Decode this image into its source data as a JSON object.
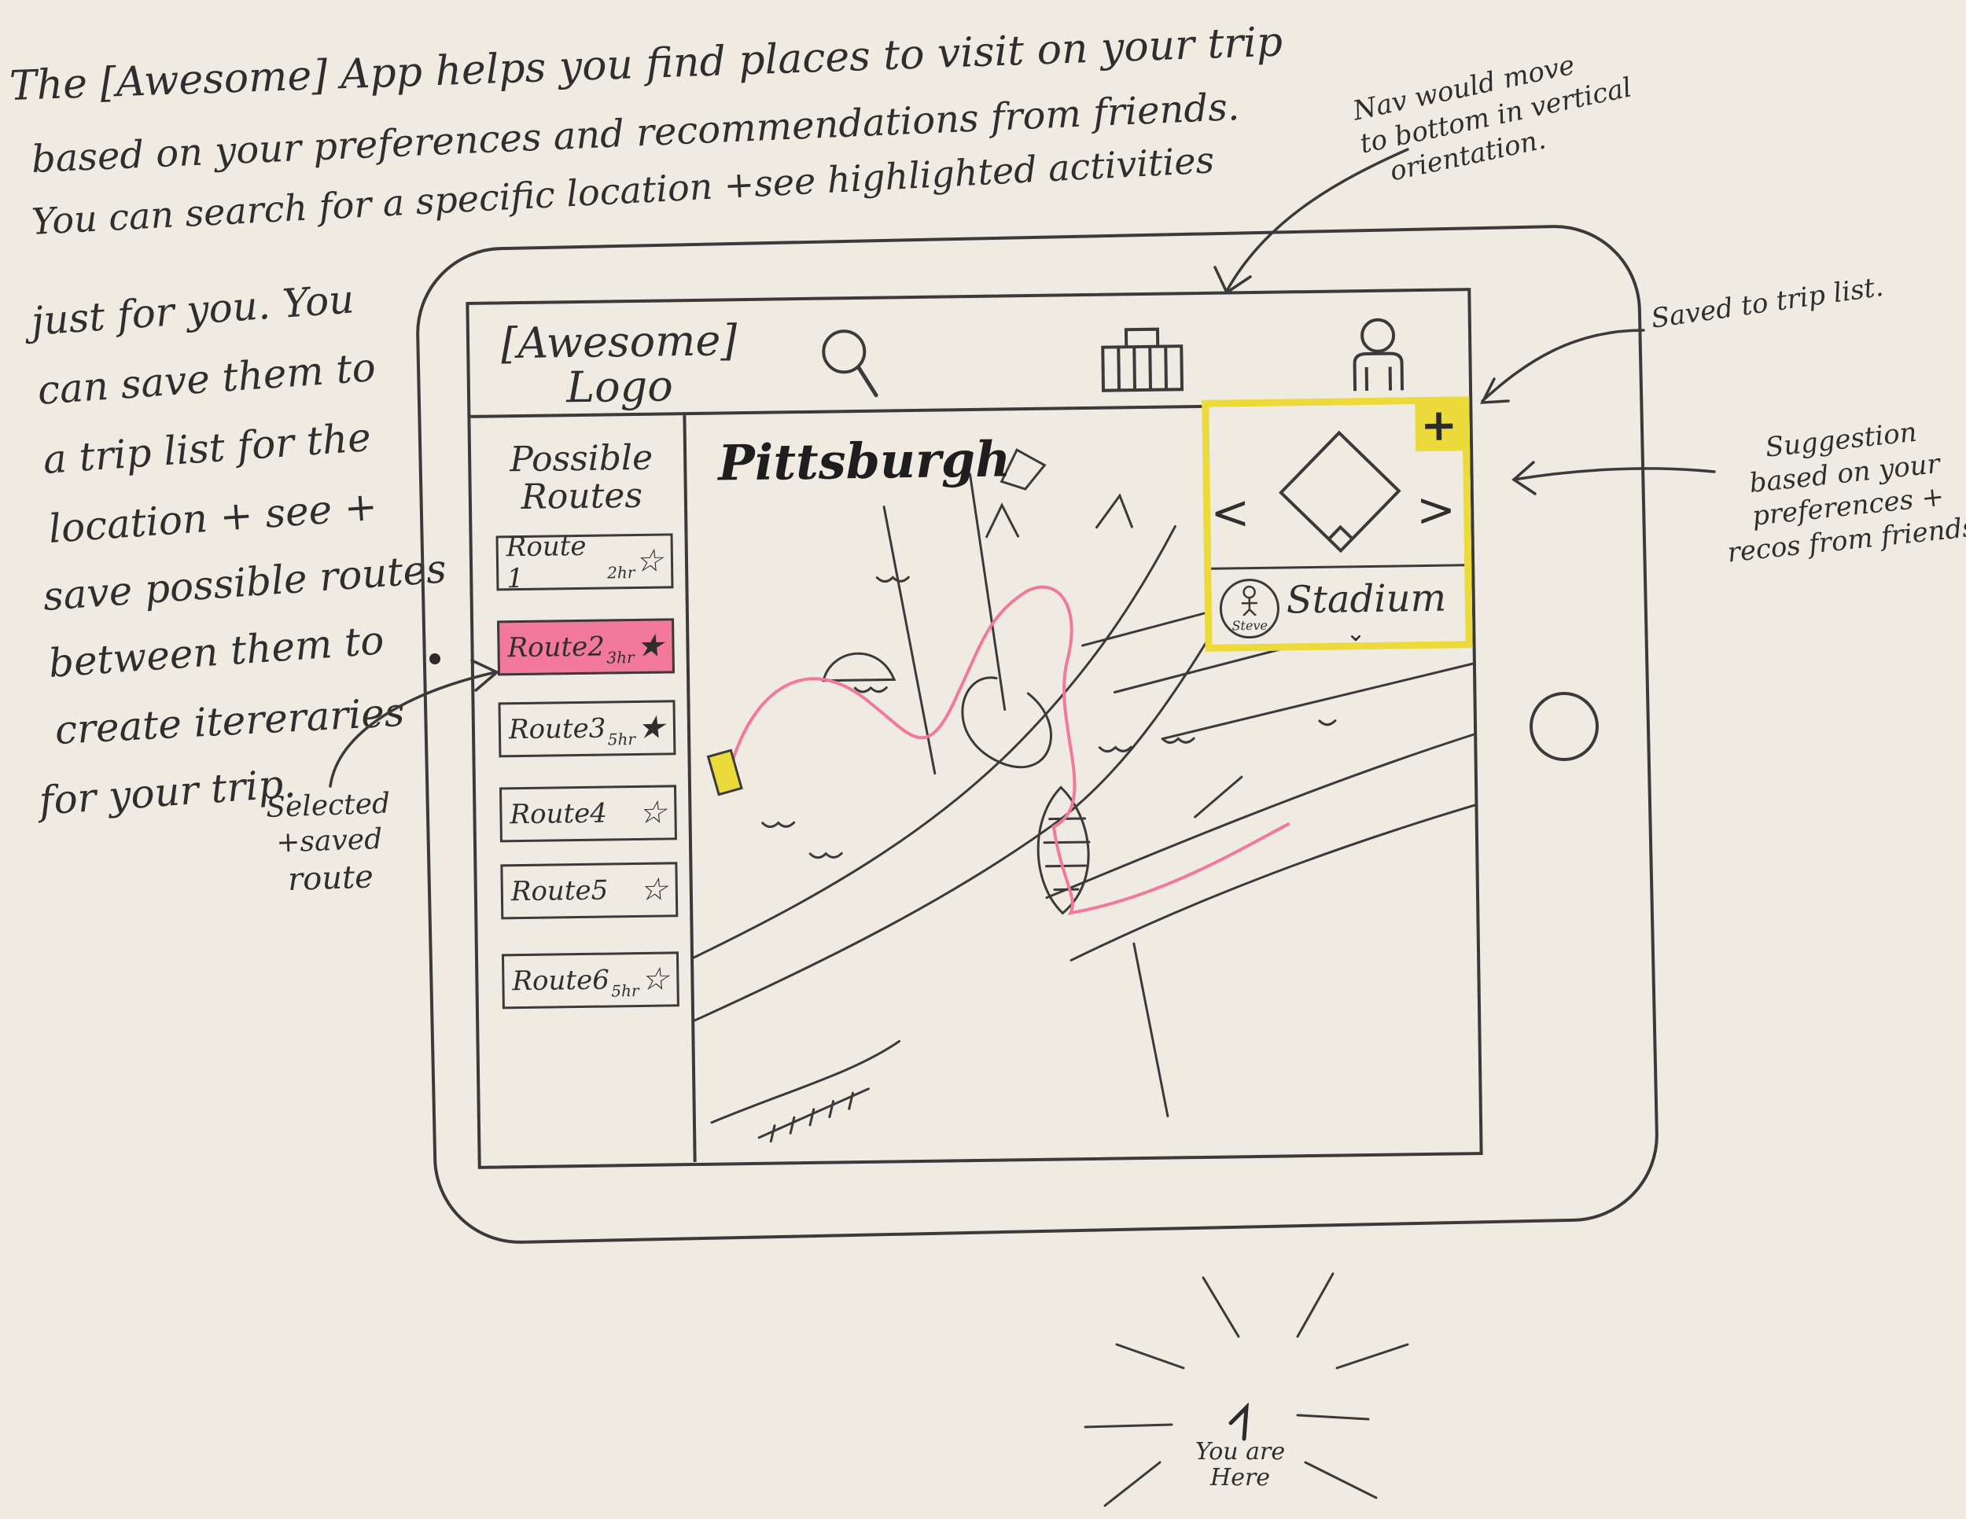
{
  "description": {
    "lines": [
      "The [Awesome] App helps you find places to visit on your trip",
      "based on your preferences and recommendations from friends.",
      "You can search for a specific location +see highlighted activities"
    ],
    "side_lines": [
      "just for you. You",
      "can save them to",
      "a trip list for the",
      "location + see +",
      "save possible routes",
      "between them to",
      "create itereraries",
      "for your trip."
    ]
  },
  "annotations": {
    "nav_note": [
      "Nav would move",
      "to bottom in vertical",
      "orientation."
    ],
    "saved_note": "Saved to trip list.",
    "suggestion_note": [
      "Suggestion",
      "based on your",
      "preferences +",
      "recos from friends"
    ],
    "selected_note": [
      "Selected",
      "+saved",
      "route"
    ],
    "you_are_here": [
      "You are",
      "Here"
    ]
  },
  "app": {
    "logo": [
      "[Awesome]",
      "Logo"
    ],
    "nav": {
      "search_icon": "search-icon",
      "trip_icon": "trip-list-icon",
      "profile_icon": "profile-icon"
    },
    "routes_title": [
      "Possible",
      "Routes"
    ],
    "routes": [
      {
        "label": "Route 1",
        "meta": "2hr",
        "star": "☆",
        "selected": false
      },
      {
        "label": "Route2",
        "meta": "3hr",
        "star": "★",
        "selected": true
      },
      {
        "label": "Route3",
        "meta": "5hr",
        "star": "★",
        "selected": false
      },
      {
        "label": "Route4",
        "meta": "",
        "star": "☆",
        "selected": false
      },
      {
        "label": "Route5",
        "meta": "",
        "star": "☆",
        "selected": false
      },
      {
        "label": "Route6",
        "meta": "5hr",
        "star": "☆",
        "selected": false
      }
    ],
    "map": {
      "city": "Pittsburgh"
    },
    "suggestion": {
      "plus": "+",
      "prev": "<",
      "next": ">",
      "title": "Stadium",
      "friend": "Steve",
      "chevron": "⌄",
      "highlight_color": "#ecd93a"
    },
    "selected_color": "#f2789c"
  }
}
